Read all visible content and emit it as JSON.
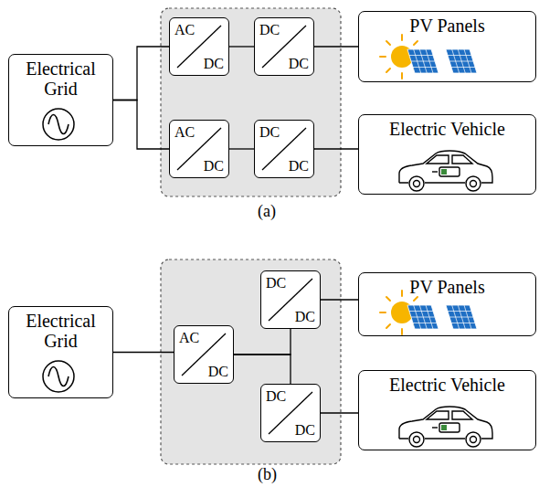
{
  "diagram": {
    "nodes": [
      {
        "text": [
          "Electrical Grid"
        ]
      },
      {
        "text": [
          "AC",
          "DC"
        ]
      },
      {
        "text": [
          "DC",
          "DC"
        ]
      },
      {
        "text": [
          "PV Panels"
        ]
      },
      {
        "text": [
          "AC",
          "DC"
        ]
      },
      {
        "text": [
          "DC",
          "DC"
        ]
      },
      {
        "text": [
          "Electric Vehicle"
        ]
      },
      {
        "text": [
          "Electrical Grid"
        ]
      },
      {
        "text": [
          "AC",
          "DC"
        ]
      },
      {
        "text": [
          "DC",
          "DC"
        ]
      },
      {
        "text": [
          "PV Panels"
        ]
      },
      {
        "text": [
          "DC",
          "DC"
        ]
      },
      {
        "text": [
          "Electric Vehicle"
        ]
      }
    ],
    "edges": [
      {
        "from": 0,
        "to": 1,
        "arrow": "none"
      },
      {
        "from": 0,
        "to": 4,
        "arrow": "none"
      },
      {
        "from": 1,
        "to": 2,
        "arrow": "none"
      },
      {
        "from": 2,
        "to": 3,
        "arrow": "none"
      },
      {
        "from": 4,
        "to": 5,
        "arrow": "none"
      },
      {
        "from": 5,
        "to": 6,
        "arrow": "none"
      },
      {
        "from": 7,
        "to": 8,
        "arrow": "none"
      },
      {
        "from": 8,
        "to": 9,
        "arrow": "none"
      },
      {
        "from": 8,
        "to": 11,
        "arrow": "none"
      },
      {
        "from": 9,
        "to": 10,
        "arrow": "none"
      },
      {
        "from": 11,
        "to": 12,
        "arrow": "none"
      }
    ],
    "labels": [
      "(a)",
      "(b)"
    ]
  }
}
